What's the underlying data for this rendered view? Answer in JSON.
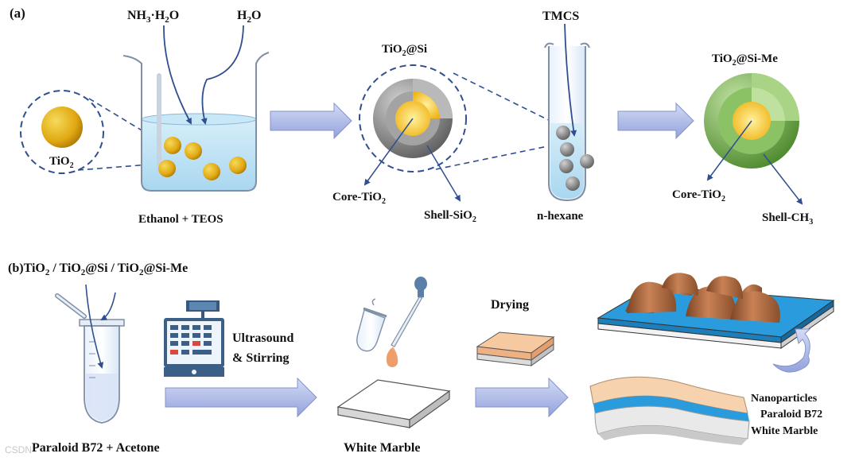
{
  "panel_a": {
    "tag": "(a)",
    "nh3": {
      "base": "NH",
      "sub1": "3",
      "mid": "·H",
      "sub2": "2",
      "end": "O"
    },
    "h2o": {
      "base": "H",
      "sub": "2",
      "end": "O"
    },
    "tio2": {
      "base": "TiO",
      "sub": "2"
    },
    "beaker_caption": "Ethanol + TEOS",
    "tio2_si": {
      "base": "TiO",
      "sub": "2",
      "end": "@Si"
    },
    "core1": {
      "base": "Core-TiO",
      "sub": "2"
    },
    "shell_sio2": {
      "base": "Shell-SiO",
      "sub": "2"
    },
    "tmcs": "TMCS",
    "tube_caption": "n-hexane",
    "tio2_si_me": {
      "base": "TiO",
      "sub": "2",
      "end": "@Si-Me"
    },
    "core2": {
      "base": "Core-TiO",
      "sub": "2"
    },
    "shell_ch3": {
      "base": "Shell-CH",
      "sub": "3"
    }
  },
  "panel_b": {
    "tag": "(b)",
    "title": {
      "p1": "TiO",
      "s1": "2",
      "p2": " / TiO",
      "s2": "2",
      "p3": "@Si / TiO",
      "s3": "2",
      "p4": "@Si-Me"
    },
    "ultrasound_1": "Ultrasound",
    "ultrasound_2": "& Stirring",
    "tube_caption": "Paraloid B72 + Acetone",
    "marble_caption": "White Marble",
    "drying": "Drying",
    "layers": [
      "Nanoparticles",
      "Paraloid B72",
      "White Marble"
    ]
  },
  "colors": {
    "arrow_fill": "#aeb8e6",
    "liquid": "#bfe3f5",
    "gold": "#e8b41c",
    "shell_grey": "#8c8c8c",
    "shell_green": "#79b553",
    "marble_blue": "#2a9bdc",
    "dome_brown": "#a8653e",
    "peach": "#f6c9a0"
  },
  "watermark": "CSDN"
}
